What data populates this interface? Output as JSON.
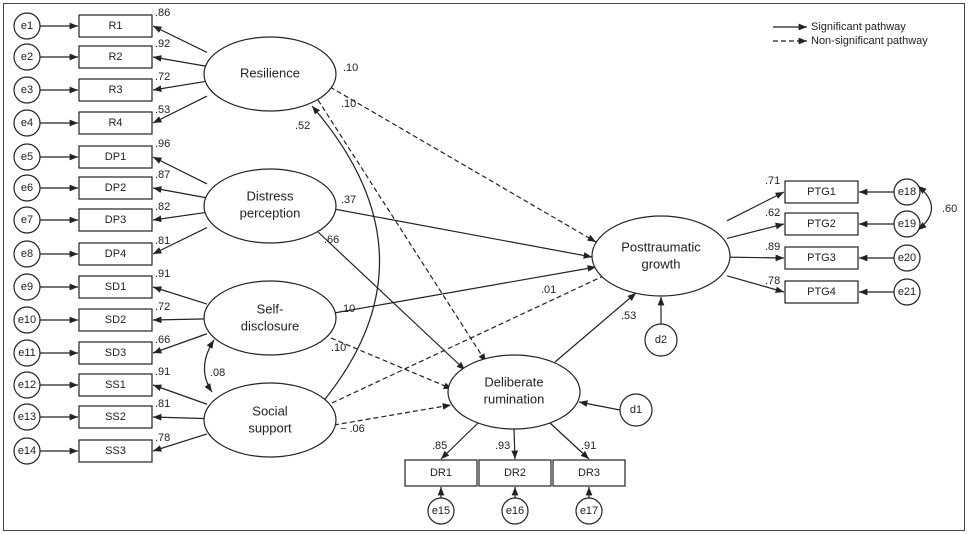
{
  "legend": {
    "significant": "Significant pathway",
    "non_significant": "Non-significant pathway"
  },
  "latents": {
    "resilience": "Resilience",
    "distress_line1": "Distress",
    "distress_line2": "perception",
    "self_line1": "Self-",
    "self_line2": "disclosure",
    "social_line1": "Social",
    "social_line2": "support",
    "ptg_line1": "Posttraumatic",
    "ptg_line2": "growth",
    "dr_line1": "Deliberate",
    "dr_line2": "rumination"
  },
  "indicators": [
    {
      "error": "e1",
      "name": "R1",
      "loading": ".86"
    },
    {
      "error": "e2",
      "name": "R2",
      "loading": ".92"
    },
    {
      "error": "e3",
      "name": "R3",
      "loading": ".72"
    },
    {
      "error": "e4",
      "name": "R4",
      "loading": ".53"
    },
    {
      "error": "e5",
      "name": "DP1",
      "loading": ".96"
    },
    {
      "error": "e6",
      "name": "DP2",
      "loading": ".87"
    },
    {
      "error": "e7",
      "name": "DP3",
      "loading": ".82"
    },
    {
      "error": "e8",
      "name": "DP4",
      "loading": ".81"
    },
    {
      "error": "e9",
      "name": "SD1",
      "loading": ".91"
    },
    {
      "error": "e10",
      "name": "SD2",
      "loading": ".72"
    },
    {
      "error": "e11",
      "name": "SD3",
      "loading": ".66"
    },
    {
      "error": "e12",
      "name": "SS1",
      "loading": ".91"
    },
    {
      "error": "e13",
      "name": "SS2",
      "loading": ".81"
    },
    {
      "error": "e14",
      "name": "SS3",
      "loading": ".78"
    }
  ],
  "ptg_indicators": [
    {
      "error": "e18",
      "name": "PTG1",
      "loading": ".71"
    },
    {
      "error": "e19",
      "name": "PTG2",
      "loading": ".62"
    },
    {
      "error": "e20",
      "name": "PTG3",
      "loading": ".89"
    },
    {
      "error": "e21",
      "name": "PTG4",
      "loading": ".78"
    }
  ],
  "ptg_error_cov": ".60",
  "dr_indicators": [
    {
      "error": "e15",
      "name": "DR1",
      "loading": ".85"
    },
    {
      "error": "e16",
      "name": "DR2",
      "loading": ".93"
    },
    {
      "error": "e17",
      "name": "DR3",
      "loading": ".91"
    }
  ],
  "disturbances": {
    "ptg": "d2",
    "dr": "d1"
  },
  "paths": {
    "res_ptg": ".10",
    "res_dr": ".10",
    "res_ss_cov": ".52",
    "dp_ptg": ".37",
    "dp_dr": ".66",
    "sd_ptg": ".10",
    "sd_dr": ".10",
    "sd_ss_cov": ".08",
    "ss_ptg": ".01",
    "ss_dr": "− .06",
    "dr_ptg": ".53"
  }
}
